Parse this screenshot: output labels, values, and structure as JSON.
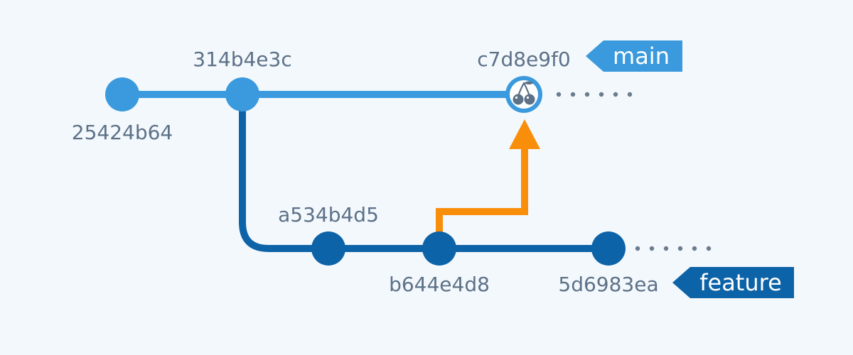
{
  "colors": {
    "background": "#f3f8fc",
    "main_branch": "#3a9add",
    "feature_branch": "#0d63a8",
    "cherry_pick_arrow": "#f98e0b",
    "hash_text": "#5d7188",
    "ellipsis_dots": "#6b7c8f",
    "cherry_icon": "#5d7188"
  },
  "branches": {
    "main": {
      "label": "main"
    },
    "feature": {
      "label": "feature"
    }
  },
  "commits": {
    "c1": {
      "hash": "25424b64"
    },
    "c2": {
      "hash": "314b4e3c"
    },
    "c3": {
      "hash": "c7d8e9f0",
      "icon": "cherry-icon"
    },
    "c4": {
      "hash": "a534b4d5"
    },
    "c5": {
      "hash": "b644e4d8"
    },
    "c6": {
      "hash": "5d6983ea"
    }
  }
}
